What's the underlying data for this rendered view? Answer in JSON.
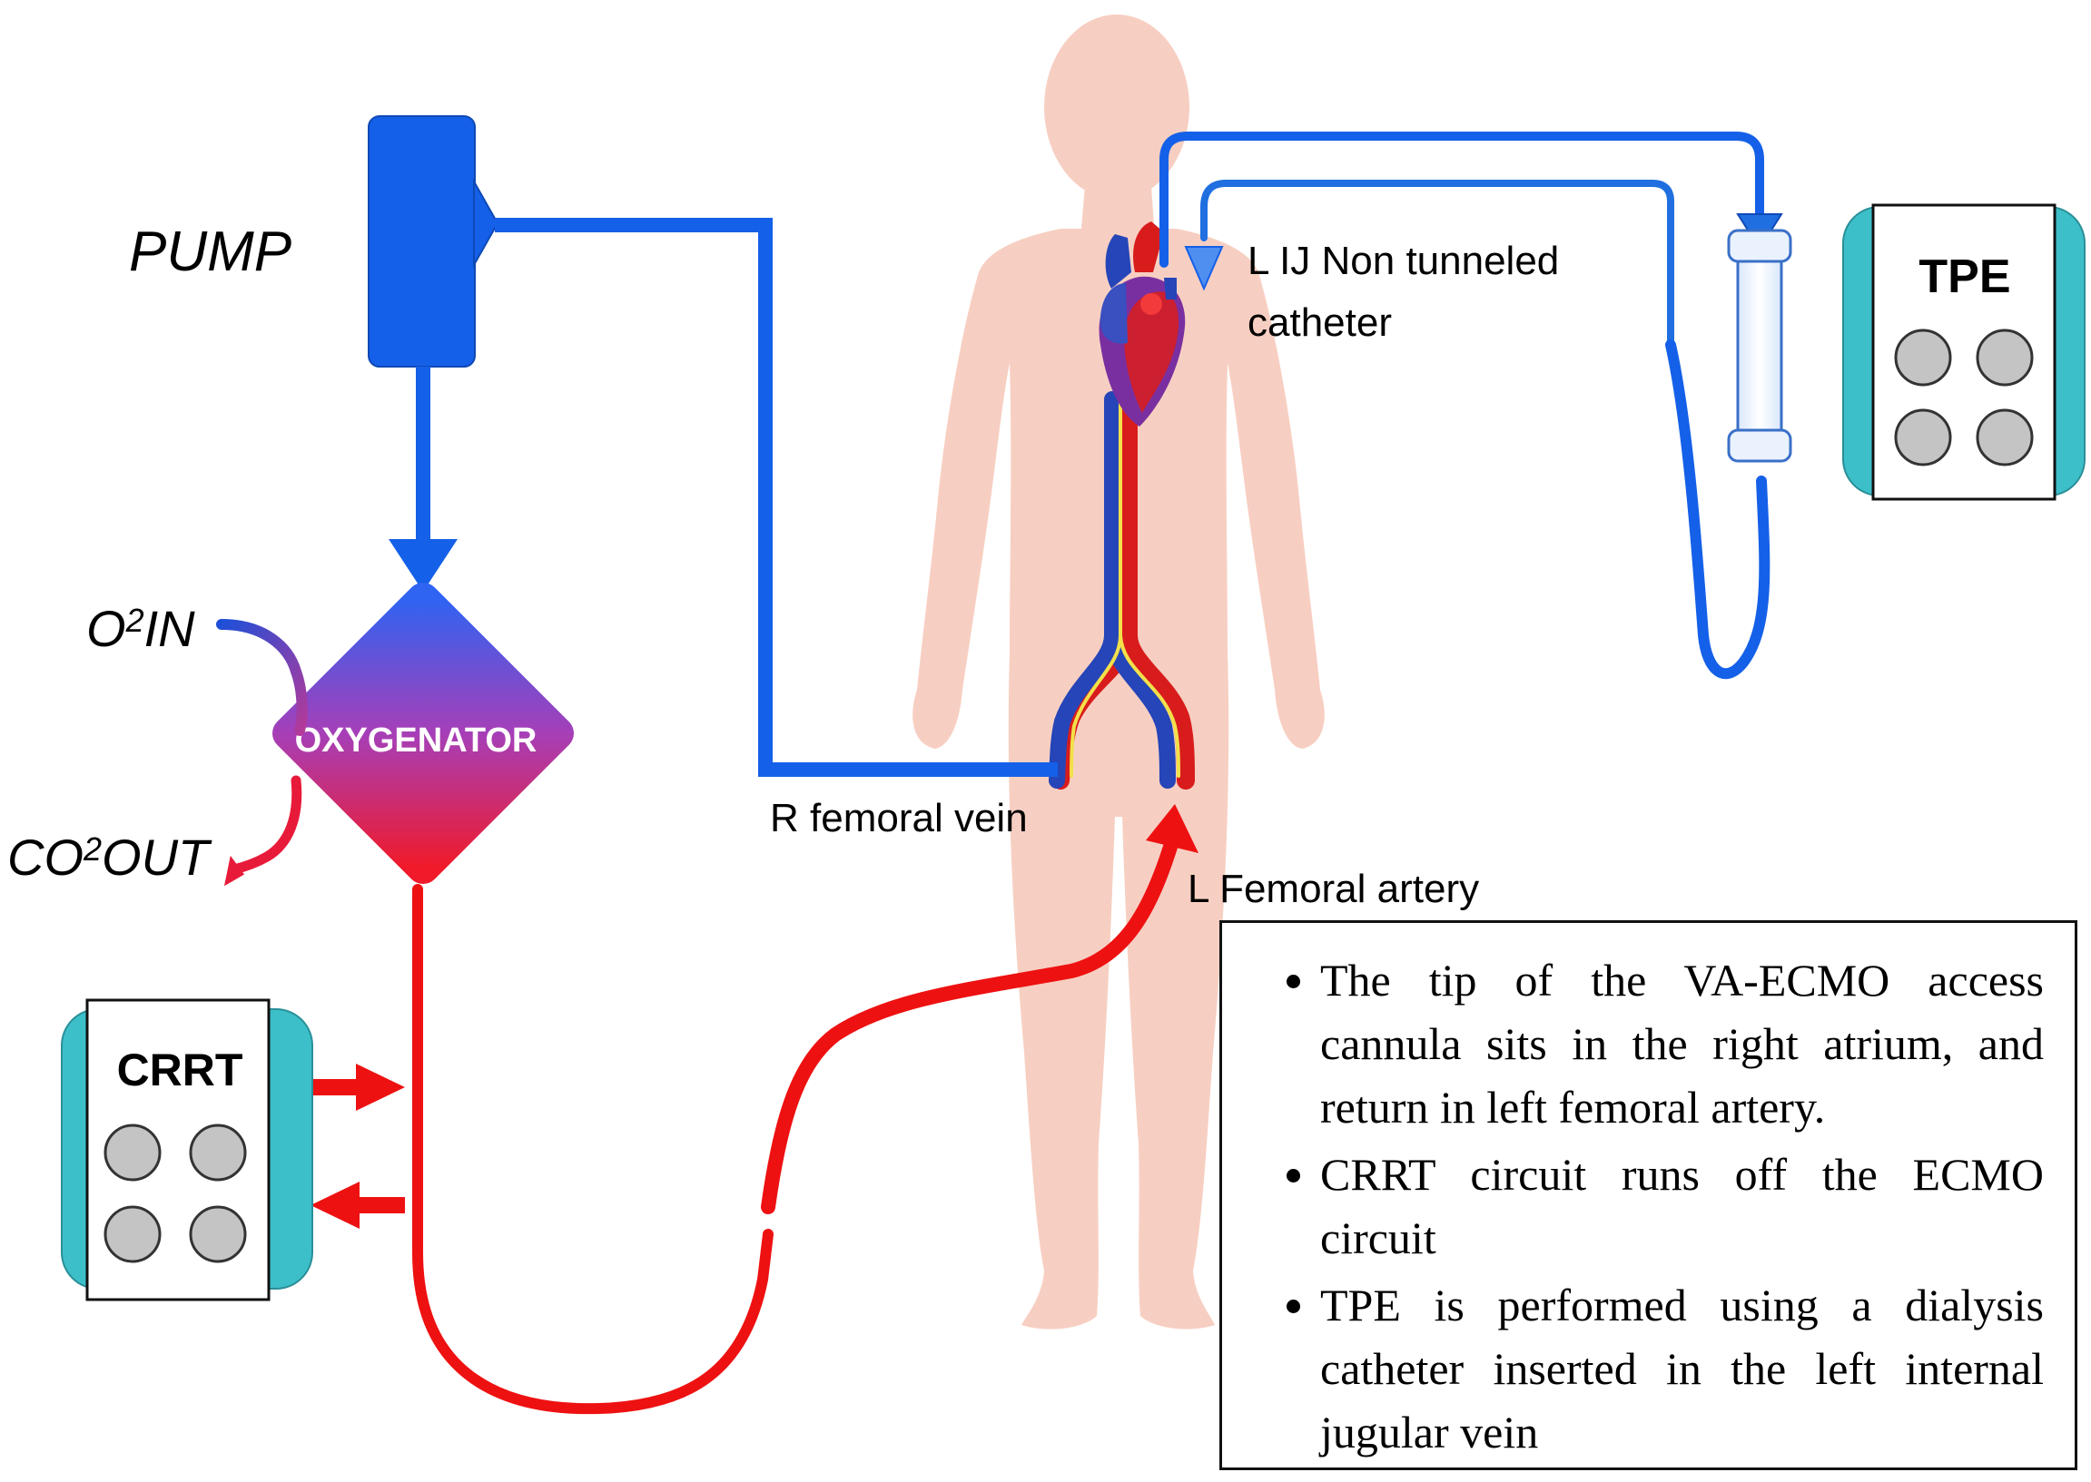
{
  "labels": {
    "pump": "PUMP",
    "o2_in": {
      "o": "O",
      "sup": "2",
      "rest": "IN"
    },
    "co2_out": {
      "co": "CO",
      "sup": "2",
      "rest": "OUT"
    },
    "oxygenator": "OXYGENATOR",
    "crrt": "CRRT",
    "tpe": "TPE",
    "r_femoral_vein": "R femoral vein",
    "l_femoral_artery": "L Femoral artery",
    "l_ij_line1": "L IJ Non tunneled",
    "l_ij_line2": "catheter"
  },
  "notes": [
    "The tip of the VA-ECMO access cannula sits in the right atrium, and return in left femoral artery.",
    "CRRT circuit runs off the ECMO circuit",
    "TPE is performed using a dialysis catheter inserted in the left internal jugular vein"
  ],
  "colors": {
    "venous_blue": "#1560e8",
    "arterial_red": "#ee1111",
    "body_skin": "#f7cfc2",
    "machine_teal": "#3dbfc9",
    "button_grey": "#c4c4c4"
  }
}
